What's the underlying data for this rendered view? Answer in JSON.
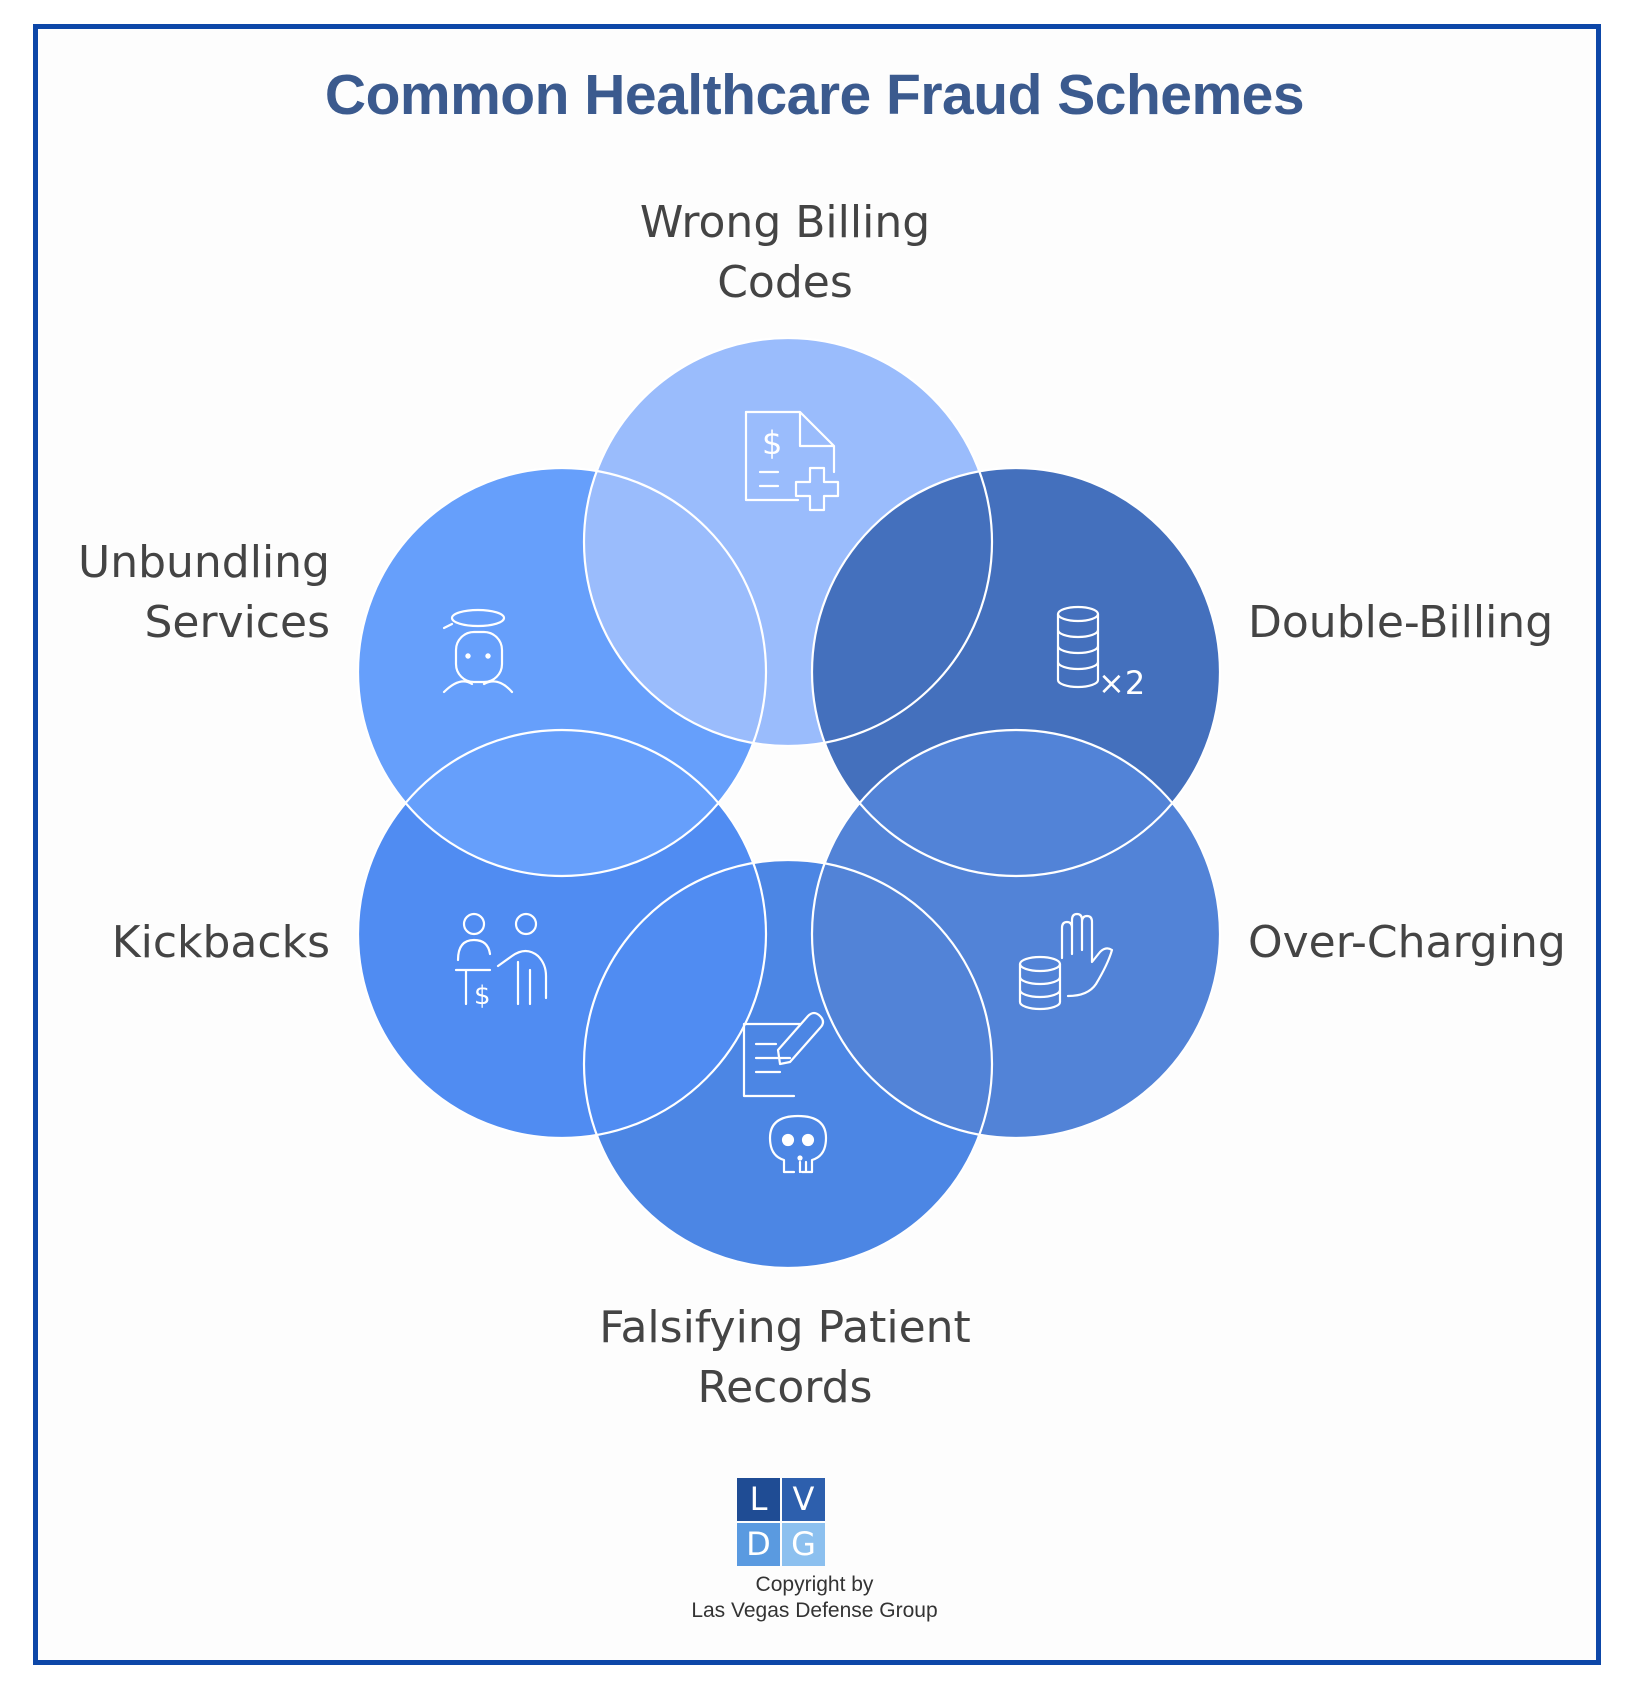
{
  "title": "Common Healthcare Fraud Schemes",
  "colors": {
    "border": "#0d47a8",
    "title": "#3b5a8e",
    "wrong_billing": "#9abcfc",
    "unbundling": "#669ffb",
    "double_billing": "#4470bd",
    "kickbacks": "#508cf2",
    "over_charging": "#5283d7",
    "falsifying": "#4c86e4"
  },
  "schemes": [
    {
      "id": "wrong_billing",
      "label_lines": [
        "Wrong Billing",
        "Codes"
      ],
      "icon": "billing-document-icon"
    },
    {
      "id": "double_billing",
      "label_lines": [
        "Double-Billing"
      ],
      "icon": "coin-stack-x2-icon"
    },
    {
      "id": "over_charging",
      "label_lines": [
        "Over-Charging"
      ],
      "icon": "coins-hand-icon"
    },
    {
      "id": "falsifying",
      "label_lines": [
        "Falsifying Patient",
        "Records"
      ],
      "icon": "document-skull-icon"
    },
    {
      "id": "kickbacks",
      "label_lines": [
        "Kickbacks"
      ],
      "icon": "people-payment-icon"
    },
    {
      "id": "unbundling",
      "label_lines": [
        "Unbundling",
        "Services"
      ],
      "icon": "angel-person-icon"
    }
  ],
  "icon_text": {
    "dollar": "$",
    "times_two": "×2"
  },
  "logo": {
    "letters": [
      "L",
      "V",
      "D",
      "G"
    ],
    "colors": [
      "#1f4c94",
      "#2d5fad",
      "#5a9ae0",
      "#8cc0ef"
    ]
  },
  "copyright": {
    "line1": "Copyright by",
    "line2": "Las Vegas Defense Group"
  }
}
